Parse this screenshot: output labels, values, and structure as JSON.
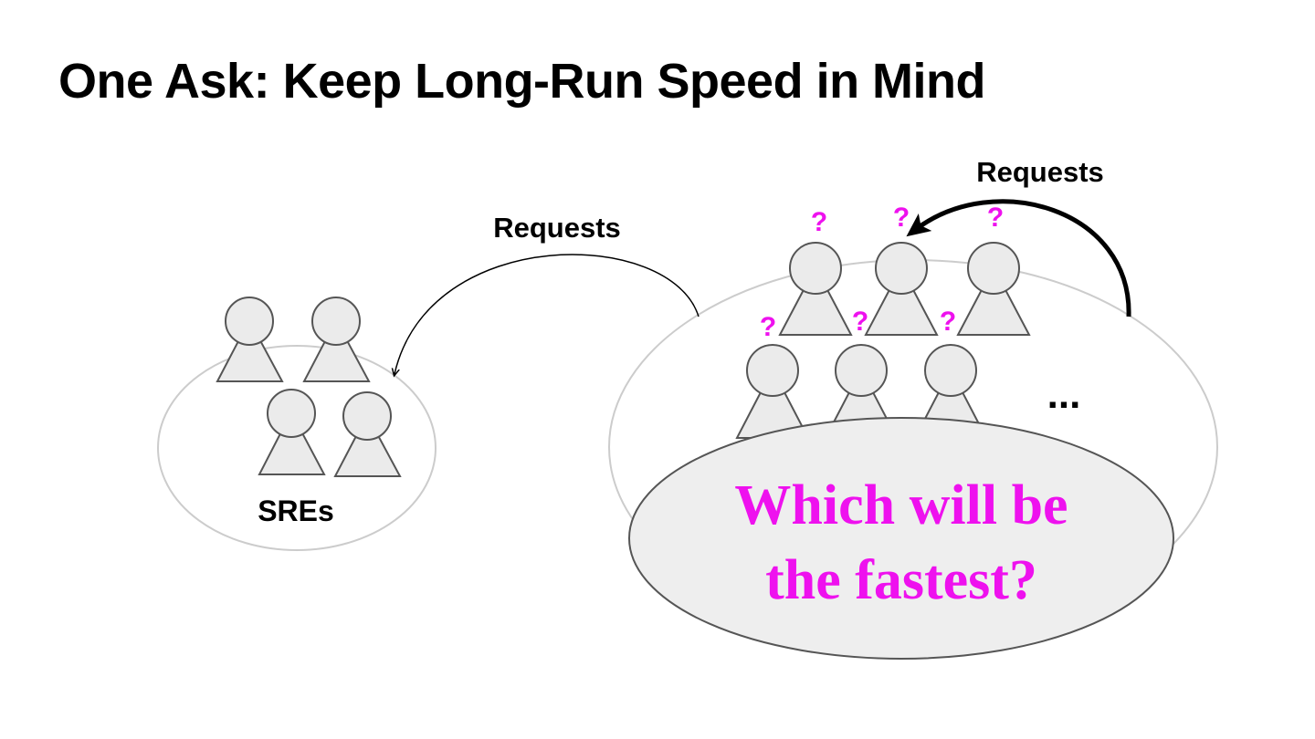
{
  "slide": {
    "title": "One Ask: Keep Long-Run Speed in Mind"
  },
  "left_group": {
    "label": "SREs",
    "member_count": 4
  },
  "right_group": {
    "member_count": 6,
    "ellipsis": "...",
    "question_mark": "?"
  },
  "arrows": {
    "left_label": "Requests",
    "right_label": "Requests"
  },
  "bubble": {
    "line1": "Which will be",
    "line2": "the fastest?"
  },
  "colors": {
    "accent": "#ee11ee",
    "person_fill": "#ebebeb",
    "person_stroke": "#555555",
    "group_outline": "#cccccc",
    "bubble_fill": "#eeeeee"
  }
}
